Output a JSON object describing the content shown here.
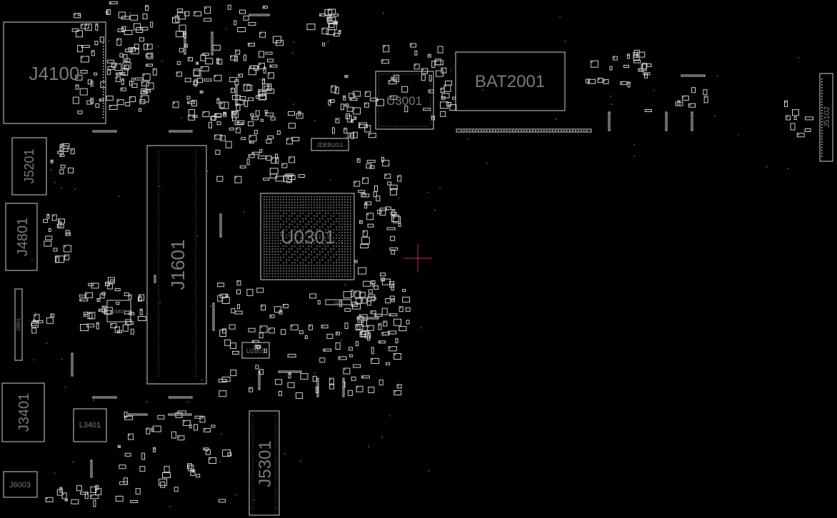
{
  "components": {
    "J4100": "J4100",
    "J5201": "J5201",
    "J4801": "J4801",
    "J1601": "J1601",
    "J3401": "J3401",
    "L3401": "L3401",
    "J6003": "J6003",
    "J5301": "J5301",
    "U0301": "U0301",
    "U3001": "U3001",
    "BAT2001": "BAT2001",
    "J5102": "J5102",
    "JDEBUG1": "JDEBUG1",
    "U2801": "U2801",
    "U3401": "U3401",
    "J3801": "J3801",
    "J3102": "J3102"
  },
  "colors": {
    "background": "#000000",
    "outline": "#cfcfcf",
    "label": "#7a7a7a",
    "via": "#1f8a5a",
    "crosshair": "#c03060"
  }
}
